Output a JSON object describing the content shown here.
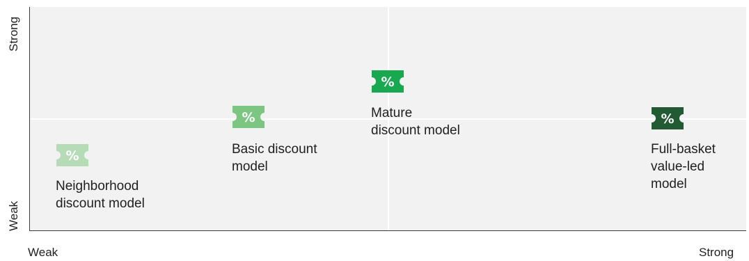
{
  "axes": {
    "y_top": "Strong",
    "y_bottom": "Weak",
    "x_left": "Weak",
    "x_right": "Strong"
  },
  "items": [
    {
      "label": "Neighborhood\ndiscount model",
      "icon": "discount-coupon-icon",
      "color": "#b5dcb7"
    },
    {
      "label": "Basic discount\nmodel",
      "icon": "discount-coupon-icon",
      "color": "#7cc682"
    },
    {
      "label": "Mature\ndiscount model",
      "icon": "discount-coupon-icon",
      "color": "#18a950"
    },
    {
      "label": "Full-basket\nvalue-led\nmodel",
      "icon": "discount-coupon-icon",
      "color": "#215a33"
    }
  ]
}
